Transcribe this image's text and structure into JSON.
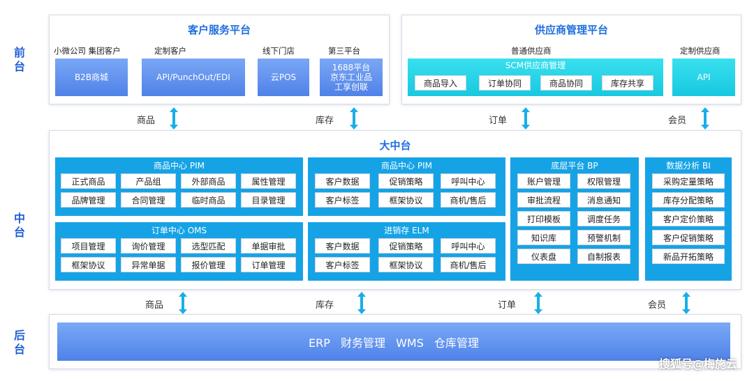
{
  "layers": {
    "front": "前\n台",
    "middle": "中\n台",
    "back": "后\n台"
  },
  "customer_platform": {
    "title": "客户服务平台",
    "labels": [
      "小微公司 集团客户",
      "定制客户",
      "线下门店",
      "第三平台"
    ],
    "boxes": [
      "B2B商城",
      "API/PunchOut/EDI",
      "云POS",
      "1688平台\n京东工业品\n工享创联"
    ]
  },
  "supplier_platform": {
    "title": "供应商管理平台",
    "labels": [
      "普通供应商",
      "定制供应商"
    ],
    "scm_title": "SCM供应商管理",
    "scm_items": [
      "商品导入",
      "订单协同",
      "商品协同",
      "库存共享"
    ],
    "api_box": "API"
  },
  "arrows_top": [
    "商品",
    "库存",
    "订单",
    "会员"
  ],
  "middle_platform": {
    "title": "大中台",
    "modules": [
      {
        "title": "商品中心 PIM",
        "items": [
          "正式商品",
          "产品组",
          "外部商品",
          "属性管理",
          "品牌管理",
          "合同管理",
          "临时商品",
          "目录管理"
        ]
      },
      {
        "title": "商品中心 PIM",
        "items": [
          "客户数据",
          "促销策略",
          "呼叫中心",
          "客户标签",
          "框架协议",
          "商机/售后"
        ]
      },
      {
        "title": "底层平台 BP",
        "items": [
          "账户管理",
          "权限管理",
          "审批流程",
          "消息通知",
          "打印模板",
          "调度任务",
          "知识库",
          "预警机制",
          "仪表盘",
          "自制报表"
        ]
      },
      {
        "title": "数据分析 BI",
        "items": [
          "采购定量策略",
          "库存分配策略",
          "客户定价策略",
          "客户促销策略",
          "新品开拓策略"
        ]
      },
      {
        "title": "订单中心  OMS",
        "items": [
          "项目管理",
          "询价管理",
          "选型匹配",
          "单据审批",
          "框架协议",
          "异常单据",
          "报价管理",
          "订单管理"
        ]
      },
      {
        "title": "进销存 ELM",
        "items": [
          "客户数据",
          "促销策略",
          "呼叫中心",
          "客户标签",
          "框架协议",
          "商机/售后"
        ]
      }
    ]
  },
  "arrows_bottom": [
    "商品",
    "库存",
    "订单",
    "会员"
  ],
  "back_platform": {
    "text": "ERP 财务管理 WMS 仓库管理"
  },
  "watermark": "搜狐号@梅施云"
}
